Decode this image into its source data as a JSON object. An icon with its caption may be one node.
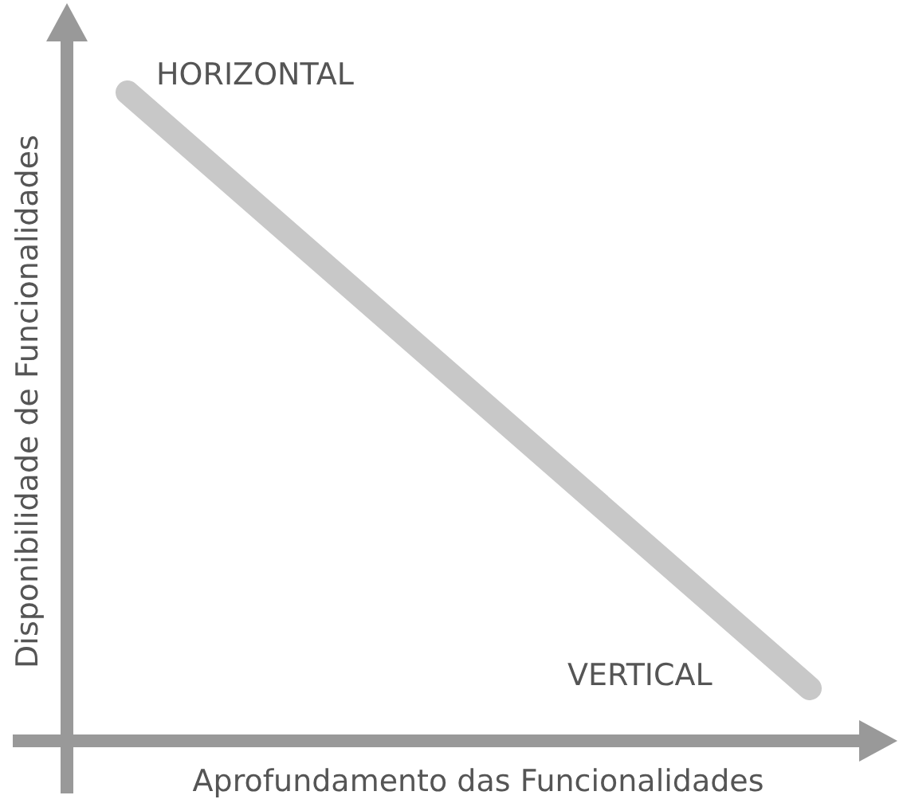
{
  "diagram": {
    "labels": [
      "HORIZONTAL",
      "Disponibilidade de Funcionalidades",
      "VERTICAL",
      "Aprofundamento das Funcionalidades"
    ]
  }
}
